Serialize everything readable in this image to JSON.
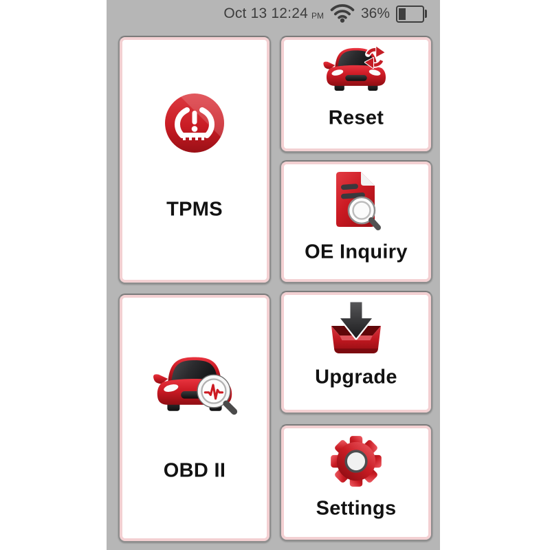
{
  "status_bar": {
    "datetime": "Oct 13 12:24",
    "meridiem": "PM",
    "battery_percent": "36%",
    "wifi_icon": "wifi-icon",
    "battery_icon": "battery-icon"
  },
  "menu": {
    "items": [
      {
        "id": "tpms",
        "label": "TPMS",
        "icon": "tpms-warning-icon"
      },
      {
        "id": "reset",
        "label": "Reset",
        "icon": "car-reset-icon"
      },
      {
        "id": "oe_inquiry",
        "label": "OE Inquiry",
        "icon": "document-search-icon"
      },
      {
        "id": "obd2",
        "label": "OBD II",
        "icon": "car-diagnostic-search-icon"
      },
      {
        "id": "upgrade",
        "label": "Upgrade",
        "icon": "download-tray-icon"
      },
      {
        "id": "settings",
        "label": "Settings",
        "icon": "gear-icon"
      }
    ]
  },
  "colors": {
    "screen_background": "#b6b6b6",
    "card_background": "#ffffff",
    "card_border": "#8d8d8d",
    "card_inner_border": "#f3d0d2",
    "accent_red": "#c91c24",
    "label_text": "#121212",
    "statusbar_text": "#3d3d3d"
  }
}
